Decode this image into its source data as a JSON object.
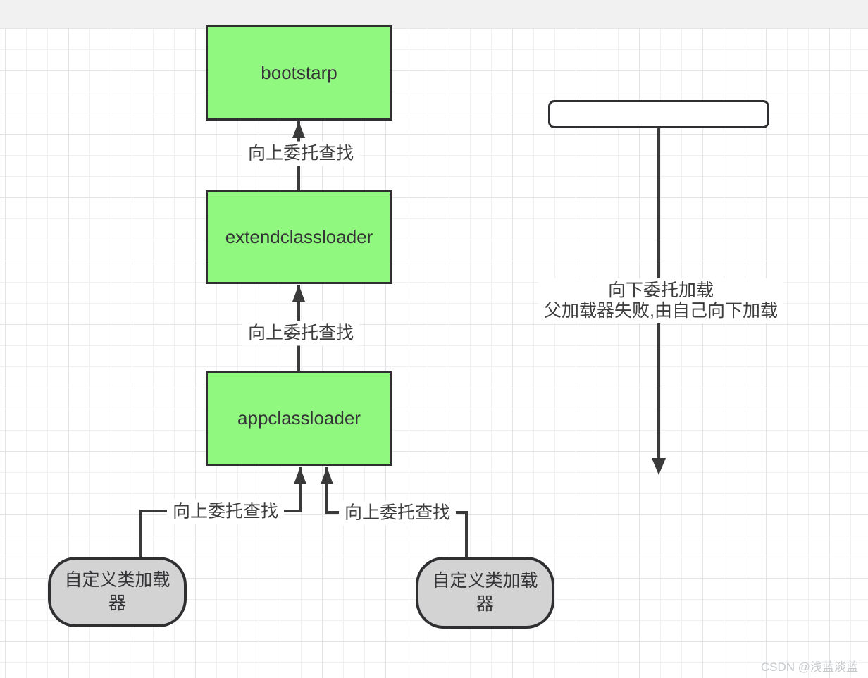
{
  "colors": {
    "node_green": "#90F87E",
    "node_gray": "#D3D3D3",
    "shape_border": "#2F2F32",
    "edge": "#3A3A3A",
    "label_text": "#3D3D3D",
    "watermark_text": "#C6C9CC"
  },
  "nodes": {
    "bootstrap": {
      "label": "bootstarp"
    },
    "extendclassloader": {
      "label": "extendclassloader"
    },
    "appclassloader": {
      "label": "appclassloader"
    },
    "custom_loader_left": {
      "label": "自定义类加载器"
    },
    "custom_loader_right": {
      "label": "自定义类加载器"
    },
    "down_delegate_bar": {
      "label": ""
    }
  },
  "edges": {
    "up_bootstrap": {
      "label": "向上委托查找"
    },
    "up_extend": {
      "label": "向上委托查找"
    },
    "up_app_left": {
      "label": "向上委托查找"
    },
    "up_app_right": {
      "label": "向上委托查找"
    },
    "down_delegate": {
      "label_line1": "向下委托加载",
      "label_line2": "父加载器失败,由自己向下加载"
    }
  },
  "watermark": {
    "text": "CSDN @浅蓝淡蓝"
  }
}
